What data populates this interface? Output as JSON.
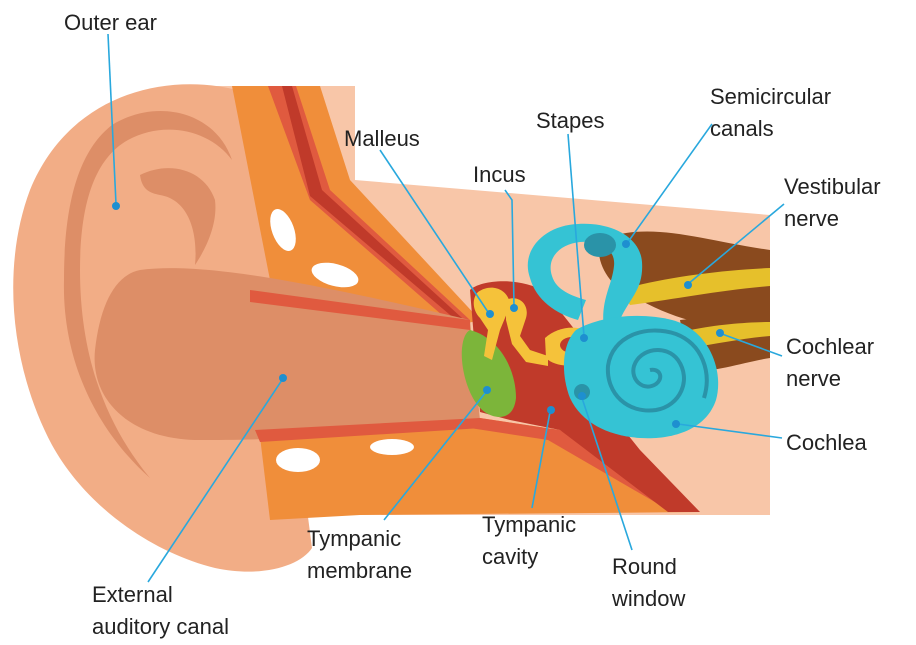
{
  "colors": {
    "skin": "#f2ad86",
    "skin_light": "#f8c6a8",
    "skin_dark": "#dd8e67",
    "bone": "#f08e3a",
    "tissue": "#e05a3f",
    "cavity_red": "#c03a2a",
    "membrane": "#7cb53a",
    "ossicle": "#f5c23a",
    "cochlea": "#35c3d4",
    "cochlea_line": "#2a93a8",
    "nerve_brown": "#8a4a1e",
    "nerve_yellow": "#e6c02b",
    "leader": "#29a8dd"
  },
  "labels": {
    "outer_ear": [
      "Outer ear"
    ],
    "malleus": [
      "Malleus"
    ],
    "incus": [
      "Incus"
    ],
    "stapes": [
      "Stapes"
    ],
    "semicircular_canals": [
      "Semicircular",
      "canals"
    ],
    "vestibular_nerve": [
      "Vestibular",
      "nerve"
    ],
    "cochlear_nerve": [
      "Cochlear",
      "nerve"
    ],
    "cochlea": [
      "Cochlea"
    ],
    "round_window": [
      "Round",
      "window"
    ],
    "tympanic_cavity": [
      "Tympanic",
      "cavity"
    ],
    "tympanic_membrane": [
      "Tympanic",
      "membrane"
    ],
    "external_auditory_canal": [
      "External",
      "auditory canal"
    ]
  }
}
